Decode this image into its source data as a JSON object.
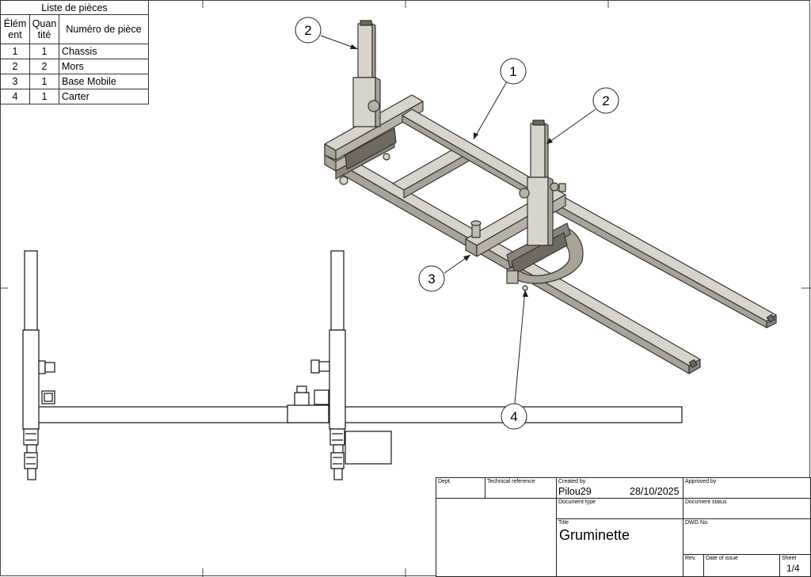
{
  "parts_list": {
    "title": "Liste de pièces",
    "headers": [
      "Élém ent",
      "Quan tité",
      "Numéro de pièce"
    ],
    "rows": [
      {
        "item": "1",
        "qty": "1",
        "name": "Chassis"
      },
      {
        "item": "2",
        "qty": "2",
        "name": "Mors"
      },
      {
        "item": "3",
        "qty": "1",
        "name": "Base Mobile"
      },
      {
        "item": "4",
        "qty": "1",
        "name": "Carter"
      }
    ]
  },
  "balloons": [
    {
      "label": "2"
    },
    {
      "label": "1"
    },
    {
      "label": "2"
    },
    {
      "label": "3"
    },
    {
      "label": "4"
    }
  ],
  "title_block": {
    "dept_label": "Dept.",
    "tech_ref_label": "Technical reference",
    "created_by_label": "Created by",
    "created_by": "Pilou29",
    "date": "28/10/2025",
    "approved_by_label": "Approved by",
    "document_type_label": "Document type",
    "document_status_label": "Document status",
    "title_label": "Title",
    "title": "Gruminette",
    "dwg_no_label": "DWG No.",
    "rev_label": "Rev.",
    "date_of_issue_label": "Date of issue",
    "sheet_label": "Sheet",
    "sheet": "1/4"
  },
  "colors": {
    "steel_top": "#d9d4cb",
    "steel_side": "#a9a397",
    "steel_dark": "#7d776c",
    "line": "#222222"
  }
}
